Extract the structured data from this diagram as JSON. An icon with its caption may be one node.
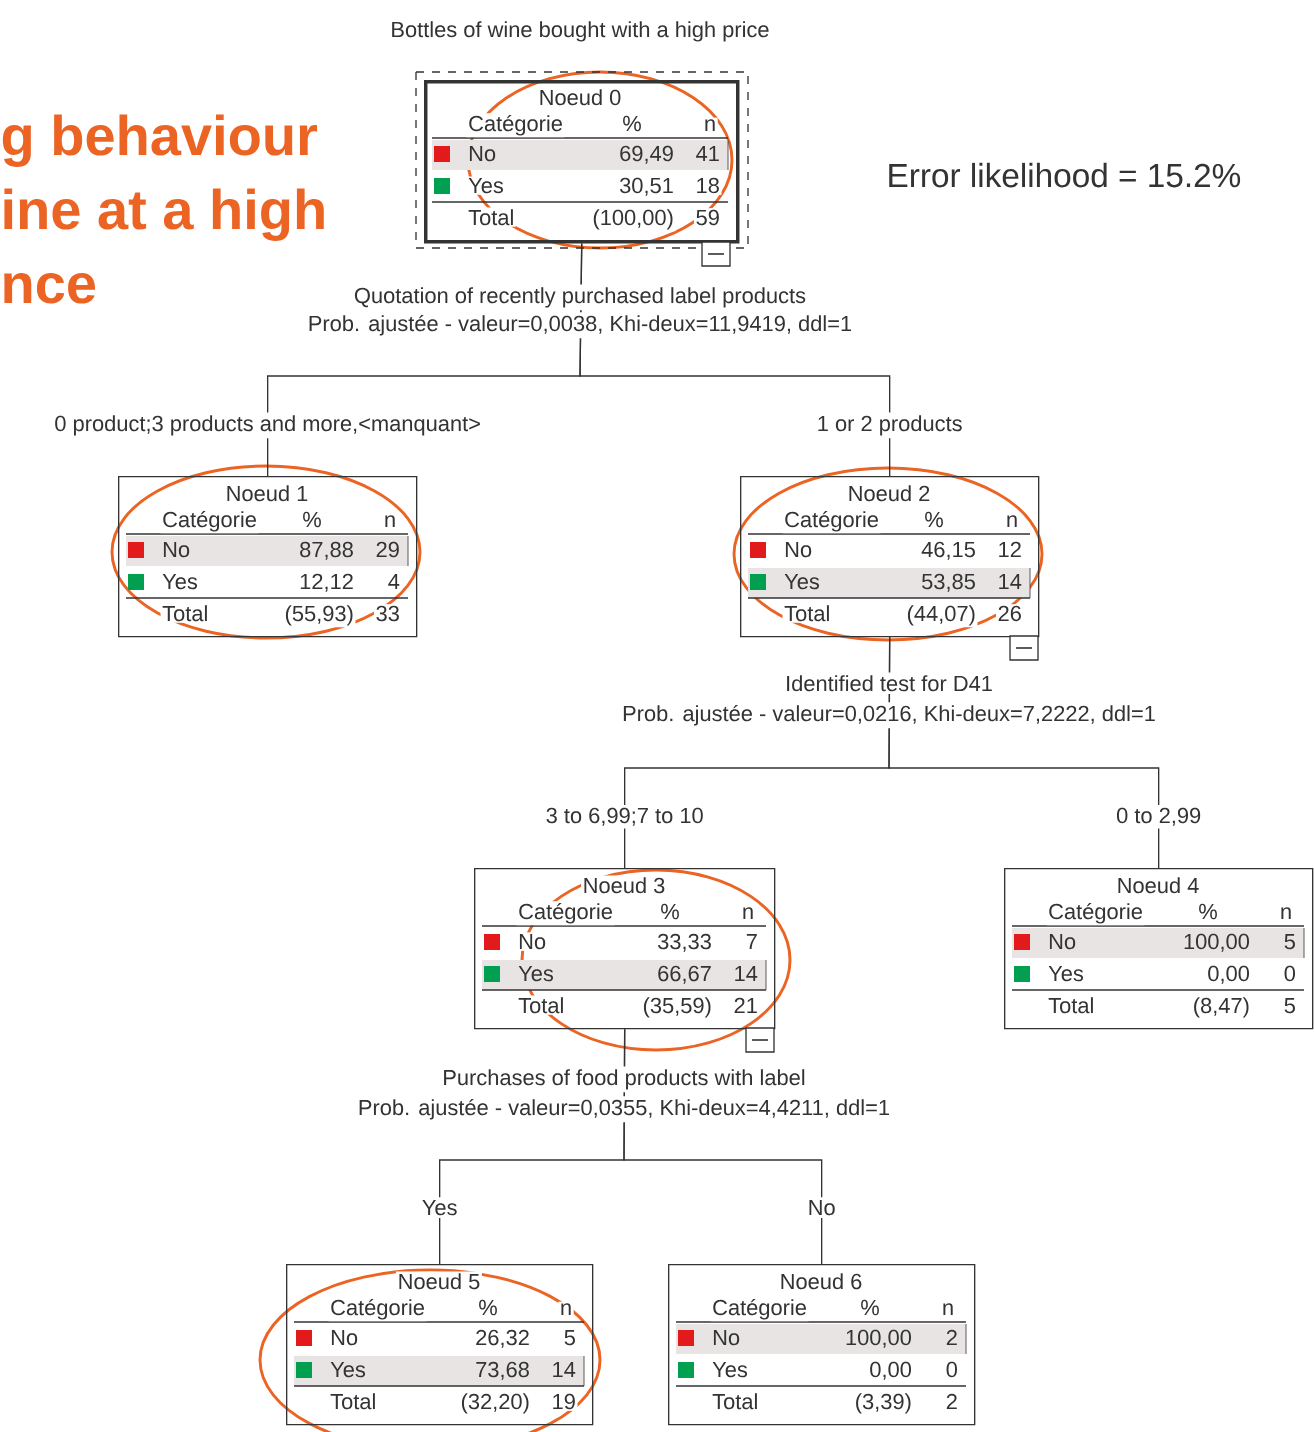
{
  "diagram": {
    "title": "Bottles of wine bought with a high price",
    "nodes": [
      {
        "text": [
          "Noeud 0",
          "Catégorie",
          "%",
          "n",
          "No",
          "69,49",
          "41",
          "Yes",
          "30,51",
          "18",
          "Total",
          "(100,00)",
          "59"
        ],
        "beside": [
          "Quotation of recently purchased label products",
          "Prob. ajustée - valeur=0,0038, Khi-deux=11,9419, ddl=1"
        ]
      },
      {
        "text": [
          "Noeud 1",
          "Catégorie",
          "%",
          "n",
          "No",
          "87,88",
          "29",
          "Yes",
          "12,12",
          "4",
          "Total",
          "(55,93)",
          "33"
        ]
      },
      {
        "text": [
          "Noeud 2",
          "Catégorie",
          "%",
          "n",
          "No",
          "46,15",
          "12",
          "Yes",
          "53,85",
          "14",
          "Total",
          "(44,07)",
          "26"
        ],
        "beside": [
          "Identified test for D41",
          "Prob. ajustée - valeur=0,0216, Khi-deux=7,2222, ddl=1"
        ]
      },
      {
        "text": [
          "Noeud 3",
          "Catégorie",
          "%",
          "n",
          "No",
          "33,33",
          "7",
          "Yes",
          "66,67",
          "14",
          "Total",
          "(35,59)",
          "21"
        ],
        "beside": [
          "Purchases of food products with label",
          "Prob. ajustée - valeur=0,0355, Khi-deux=4,4211, ddl=1"
        ]
      },
      {
        "text": [
          "Noeud 4",
          "Catégorie",
          "%",
          "n",
          "No",
          "100,00",
          "5",
          "Yes",
          "0,00",
          "0",
          "Total",
          "(8,47)",
          "5"
        ]
      },
      {
        "text": [
          "Noeud 5",
          "Catégorie",
          "%",
          "n",
          "No",
          "26,32",
          "5",
          "Yes",
          "73,68",
          "14",
          "Total",
          "(32,20)",
          "19"
        ]
      },
      {
        "text": [
          "Noeud 6",
          "Catégorie",
          "%",
          "n",
          "No",
          "100,00",
          "2",
          "Yes",
          "0,00",
          "0",
          "Total",
          "(3,39)",
          "2"
        ]
      }
    ],
    "edges": [
      {
        "from": 0,
        "to": 1,
        "arrow": "none",
        "label": "0 product;3 products and more,<manquant>"
      },
      {
        "from": 0,
        "to": 2,
        "arrow": "none",
        "label": "1 or 2 products"
      },
      {
        "from": 2,
        "to": 3,
        "arrow": "none",
        "label": "3 to 6,99;7 to 10"
      },
      {
        "from": 2,
        "to": 4,
        "arrow": "none",
        "label": "0 to 2,99"
      },
      {
        "from": 3,
        "to": 5,
        "arrow": "none",
        "label": "Yes"
      },
      {
        "from": 3,
        "to": 6,
        "arrow": "none",
        "label": "No"
      }
    ],
    "labels": [
      "g behaviour",
      "ine at a high",
      "nce",
      "Error likelihood = 15.2%"
    ]
  }
}
